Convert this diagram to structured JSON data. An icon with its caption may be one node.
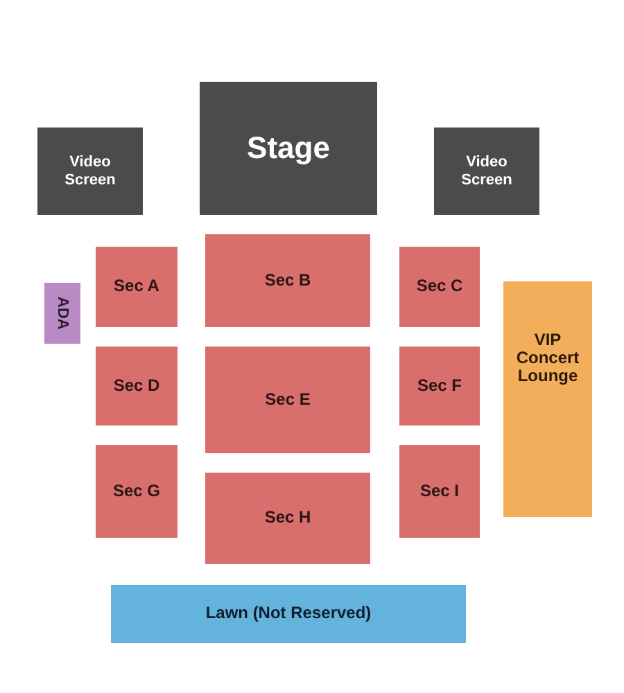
{
  "diagram": {
    "nodes": [
      {
        "text": [
          "Video Screen"
        ]
      },
      {
        "text": [
          "Stage"
        ]
      },
      {
        "text": [
          "Video Screen"
        ]
      },
      {
        "text": [
          "ADA"
        ]
      },
      {
        "text": [
          "Sec A"
        ]
      },
      {
        "text": [
          "Sec B"
        ]
      },
      {
        "text": [
          "Sec C"
        ]
      },
      {
        "text": [
          "VIP Concert Lounge"
        ]
      },
      {
        "text": [
          "Sec D"
        ]
      },
      {
        "text": [
          "Sec E"
        ]
      },
      {
        "text": [
          "Sec F"
        ]
      },
      {
        "text": [
          "Sec G"
        ]
      },
      {
        "text": [
          "Sec H"
        ]
      },
      {
        "text": [
          "Sec I"
        ]
      },
      {
        "text": [
          "Lawn (Not Reserved)"
        ]
      }
    ]
  }
}
